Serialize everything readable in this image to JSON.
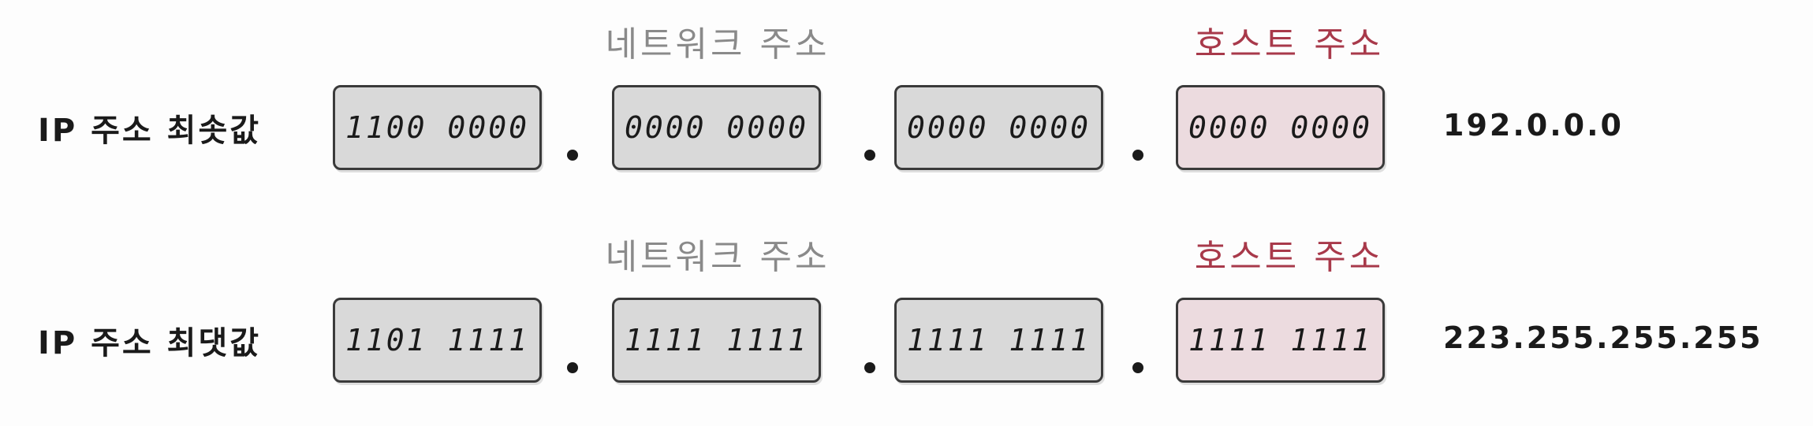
{
  "rows": [
    {
      "network_label": "네트워크 주소",
      "host_label": "호스트 주소",
      "title": "IP 주소 최솟값",
      "octets": [
        "1100 0000",
        "0000 0000",
        "0000 0000",
        "0000 0000"
      ],
      "decimal": "192.0.0.0"
    },
    {
      "network_label": "네트워크 주소",
      "host_label": "호스트 주소",
      "title": "IP 주소 최댓값",
      "octets": [
        "1101 1111",
        "1111 1111",
        "1111 1111",
        "1111 1111"
      ],
      "decimal": "223.255.255.255"
    }
  ],
  "colors": {
    "network_label": "#8a8a8a",
    "host_label": "#a8394a",
    "network_octet_fill": "#d9d9d9",
    "host_octet_fill": "#ecdbdf"
  }
}
